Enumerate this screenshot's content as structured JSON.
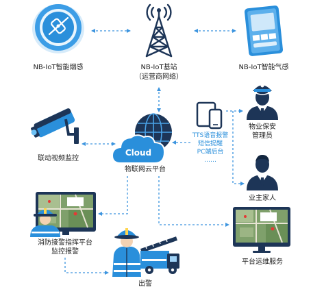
{
  "nodes": {
    "smoke_sensor": {
      "label": "NB-IoT智能烟感"
    },
    "base_station": {
      "label": "NB-IoT基站",
      "sublabel": "（运营商网络）"
    },
    "gas_sensor": {
      "label": "NB-IoT智能气感"
    },
    "video_monitor": {
      "label": "联动视频监控"
    },
    "cloud_platform": {
      "badge": "Cloud",
      "label": "物联网云平台"
    },
    "notifications": {
      "lines": [
        "TTS语音报警",
        "短信提醒",
        "PC端后台",
        "……"
      ]
    },
    "security_admin": {
      "lines": [
        "物业保安",
        "管理员"
      ]
    },
    "owner_family": {
      "label": "业主家人"
    },
    "fire_command": {
      "lines": [
        "消防接警指挥平台",
        "监控报警"
      ]
    },
    "dispatch": {
      "label": "出警"
    },
    "ops_service": {
      "label": "平台运维服务"
    }
  },
  "colors": {
    "accent": "#2a8fdb",
    "dark": "#1d3557",
    "connector": "#3d95df",
    "label": "#222222",
    "notice": "#2a8fdb"
  }
}
